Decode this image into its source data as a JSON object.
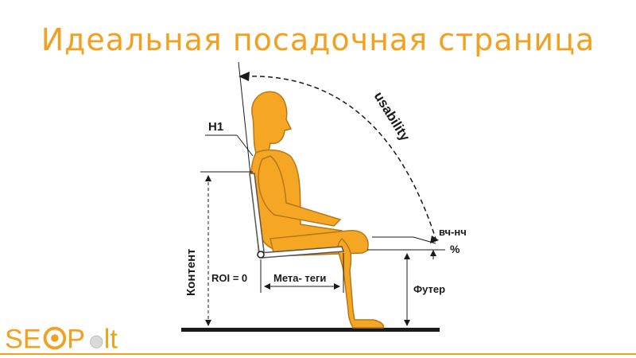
{
  "slide": {
    "title": "Идеальная посадочная страница"
  },
  "diagram": {
    "labels": {
      "h1": "H1",
      "usability": "usability",
      "content": "Контент",
      "roi": "ROI = 0",
      "meta_tags": "Мета- теги",
      "footer": "Футер",
      "hf_lf": "вч-нч",
      "percent": "%"
    }
  },
  "logo": {
    "text_seo": "SE",
    "text_pult": "P",
    "text_lt": "lt",
    "accent_color": "#f2a01e"
  },
  "colors": {
    "accent": "#f2a01e",
    "figure_fill": "#f5a623",
    "figure_outline": "#b8771a",
    "line": "#1a1a1a"
  }
}
